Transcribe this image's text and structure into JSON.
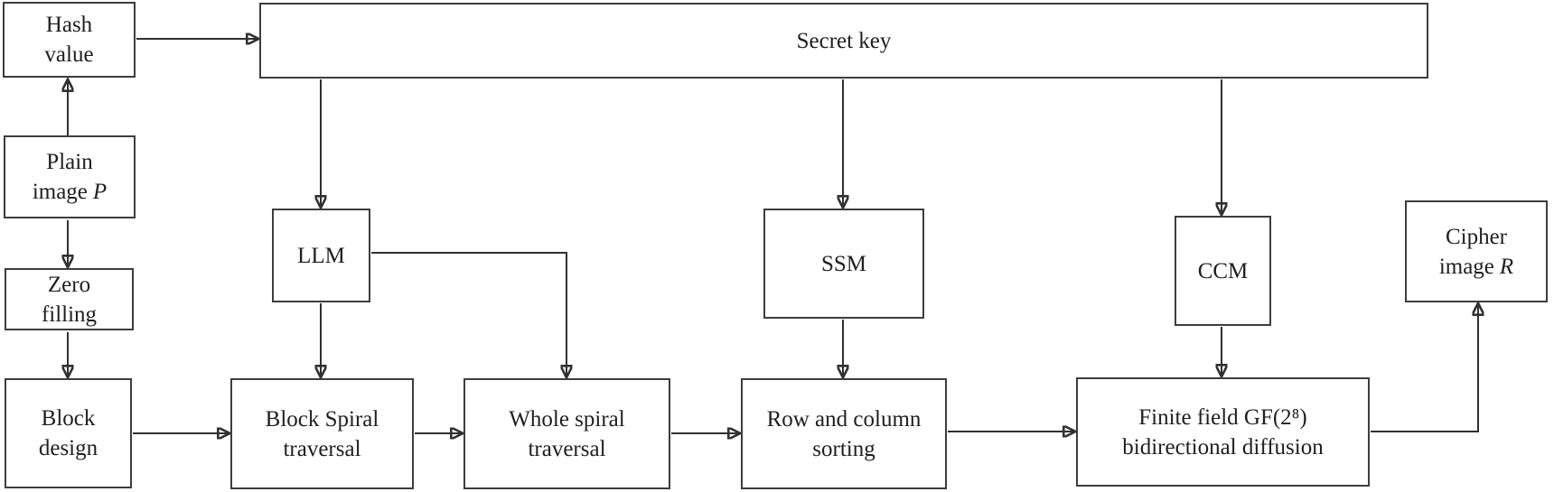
{
  "nodes": {
    "hash_value": {
      "text": "Hash\nvalue"
    },
    "plain_image": {
      "text": "Plain\nimage",
      "var": "P"
    },
    "zero_filling": {
      "text": "Zero\nfilling"
    },
    "block_design": {
      "text": "Block\ndesign"
    },
    "secret_key": {
      "text": "Secret key"
    },
    "llm": {
      "text": "LLM"
    },
    "ssm": {
      "text": "SSM"
    },
    "ccm": {
      "text": "CCM"
    },
    "block_spiral": {
      "text": "Block Spiral\ntraversal"
    },
    "whole_spiral": {
      "text": "Whole spiral\ntraversal"
    },
    "row_col_sort": {
      "text": "Row and column\nsorting"
    },
    "finite_field": {
      "text": "Finite field GF(2⁸)\nbidirectional diffusion"
    },
    "cipher_image": {
      "text": "Cipher\nimage",
      "var": "R"
    }
  },
  "edges": [
    {
      "from": "plain_image",
      "to": "hash_value"
    },
    {
      "from": "hash_value",
      "to": "secret_key"
    },
    {
      "from": "plain_image",
      "to": "zero_filling"
    },
    {
      "from": "zero_filling",
      "to": "block_design"
    },
    {
      "from": "block_design",
      "to": "block_spiral"
    },
    {
      "from": "secret_key",
      "to": "llm"
    },
    {
      "from": "secret_key",
      "to": "ssm"
    },
    {
      "from": "secret_key",
      "to": "ccm"
    },
    {
      "from": "llm",
      "to": "block_spiral"
    },
    {
      "from": "llm",
      "to": "whole_spiral"
    },
    {
      "from": "block_spiral",
      "to": "whole_spiral"
    },
    {
      "from": "whole_spiral",
      "to": "row_col_sort"
    },
    {
      "from": "ssm",
      "to": "row_col_sort"
    },
    {
      "from": "row_col_sort",
      "to": "finite_field"
    },
    {
      "from": "ccm",
      "to": "finite_field"
    },
    {
      "from": "finite_field",
      "to": "cipher_image"
    }
  ],
  "style": {
    "line_color": "#303030",
    "box_border_color": "#3d3d3d",
    "text_color": "#1f1f1f",
    "background": "#ffffff"
  }
}
